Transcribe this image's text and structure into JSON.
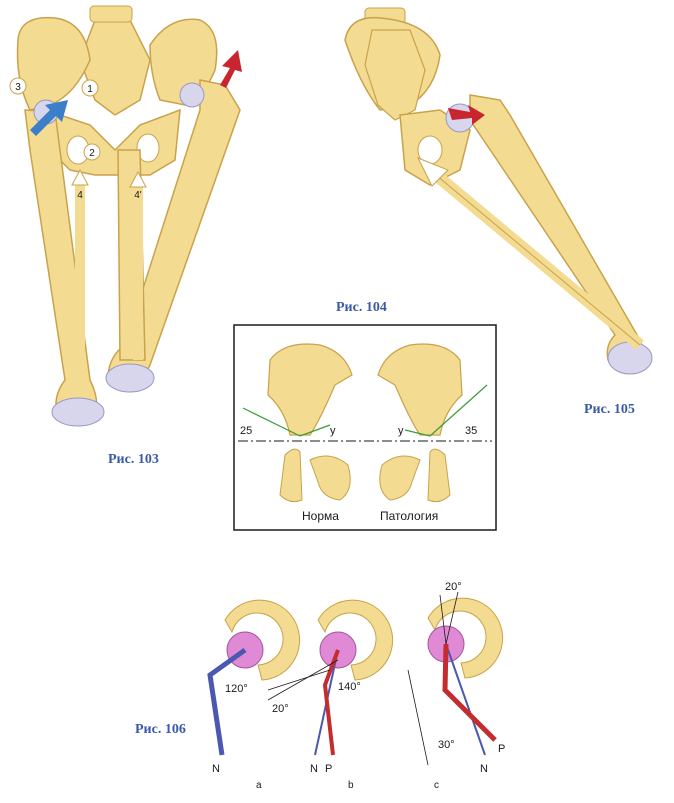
{
  "fig103": {
    "caption": "Рис. 103",
    "arrows": [
      "1",
      "2",
      "3",
      "4",
      "4'"
    ]
  },
  "fig104": {
    "caption": "Рис. 104",
    "left_angle": "25",
    "right_angle": "35",
    "left_y": "y",
    "right_y": "y",
    "label_normal": "Норма",
    "label_pathology": "Патология"
  },
  "fig105": {
    "caption": "Рис. 105"
  },
  "fig106": {
    "caption": "Рис. 106",
    "a": {
      "angle": "120°",
      "line": "N",
      "letter": "a"
    },
    "b": {
      "angle1": "140°",
      "angle2": "20°",
      "line_n": "N",
      "line_p": "P",
      "letter": "b"
    },
    "c": {
      "angle1": "20°",
      "angle2": "30°",
      "line_n": "N",
      "line_p": "P",
      "letter": "c"
    }
  },
  "colors": {
    "bone": "#f3dc92",
    "bone_stroke": "#c9a24b",
    "cartilage": "#d8d6ec",
    "arrow_blue": "#3a7fc8",
    "arrow_red": "#c8262e",
    "caption": "#3a5aa8",
    "head_pink": "#e08ad6",
    "line_blue": "#4b58b0",
    "line_red": "#c42c2f",
    "green": "#3e9a3a"
  }
}
